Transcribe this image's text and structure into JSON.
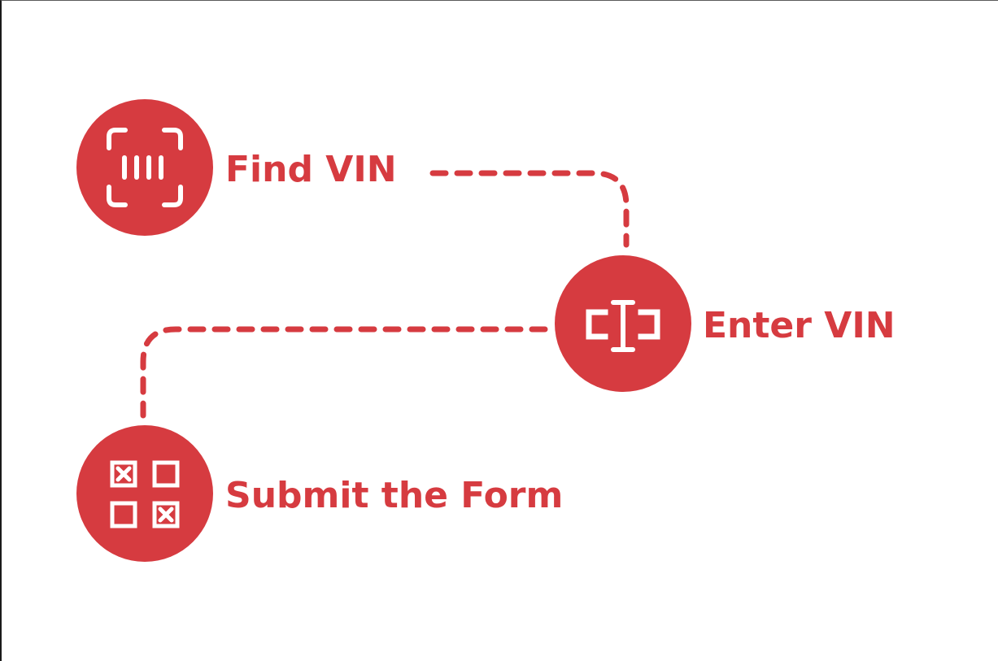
{
  "colors": {
    "accent": "#d63b40",
    "icon": "#ffffff",
    "background": "#ffffff"
  },
  "steps": [
    {
      "label": "Find VIN",
      "icon": "barcode-scan-icon"
    },
    {
      "label": "Enter VIN",
      "icon": "text-cursor-input-icon"
    },
    {
      "label": "Submit the Form",
      "icon": "checkbox-grid-icon"
    }
  ]
}
